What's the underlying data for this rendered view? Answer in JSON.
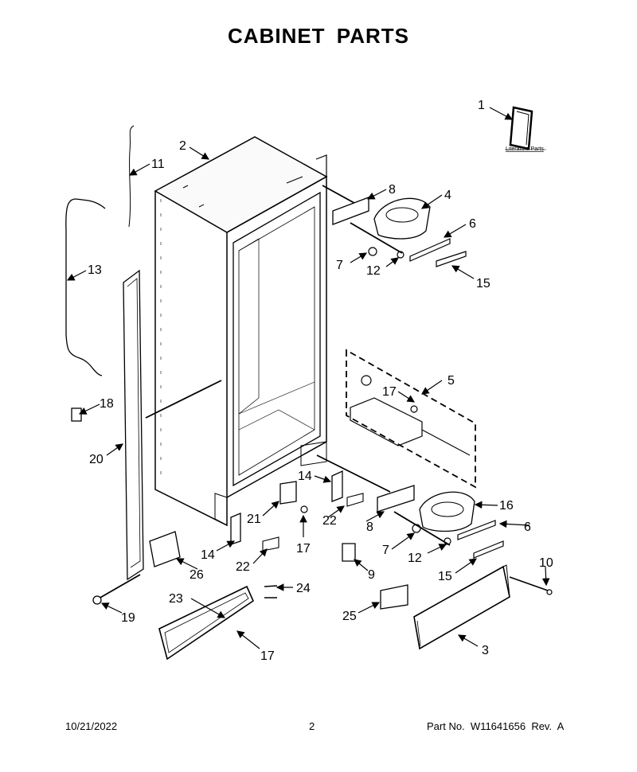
{
  "title": "CABINET PARTS",
  "literature_label": "Literature Parts",
  "callouts": {
    "c1": "1",
    "c2": "2",
    "c3": "3",
    "c4": "4",
    "c5": "5",
    "c6a": "6",
    "c6b": "6",
    "c7a": "7",
    "c7b": "7",
    "c8a": "8",
    "c8b": "8",
    "c9": "9",
    "c10": "10",
    "c11": "11",
    "c12a": "12",
    "c12b": "12",
    "c13": "13",
    "c14a": "14",
    "c14b": "14",
    "c15a": "15",
    "c15b": "15",
    "c16": "16",
    "c17a": "17",
    "c17b": "17",
    "c17c": "17",
    "c18": "18",
    "c19": "19",
    "c20": "20",
    "c21": "21",
    "c22a": "22",
    "c22b": "22",
    "c23": "23",
    "c24": "24",
    "c25": "25",
    "c26": "26"
  },
  "footer": {
    "date": "10/21/2022",
    "page": "2",
    "part_label": "Part No.",
    "part_number": "W11641656",
    "rev_label": "Rev.",
    "rev": "A"
  }
}
